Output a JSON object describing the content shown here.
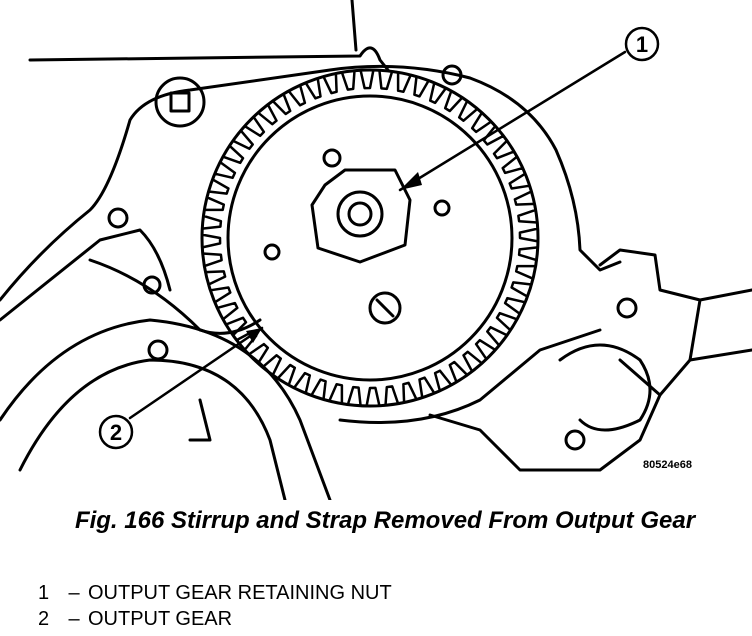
{
  "figure": {
    "code": "80524e68",
    "caption": "Fig. 166 Stirrup and Strap Removed From Output Gear",
    "callouts": [
      "1",
      "2"
    ],
    "legend": [
      {
        "num": "1",
        "dash": "–",
        "label": "OUTPUT GEAR RETAINING NUT"
      },
      {
        "num": "2",
        "dash": "–",
        "label": "OUTPUT GEAR"
      }
    ]
  }
}
